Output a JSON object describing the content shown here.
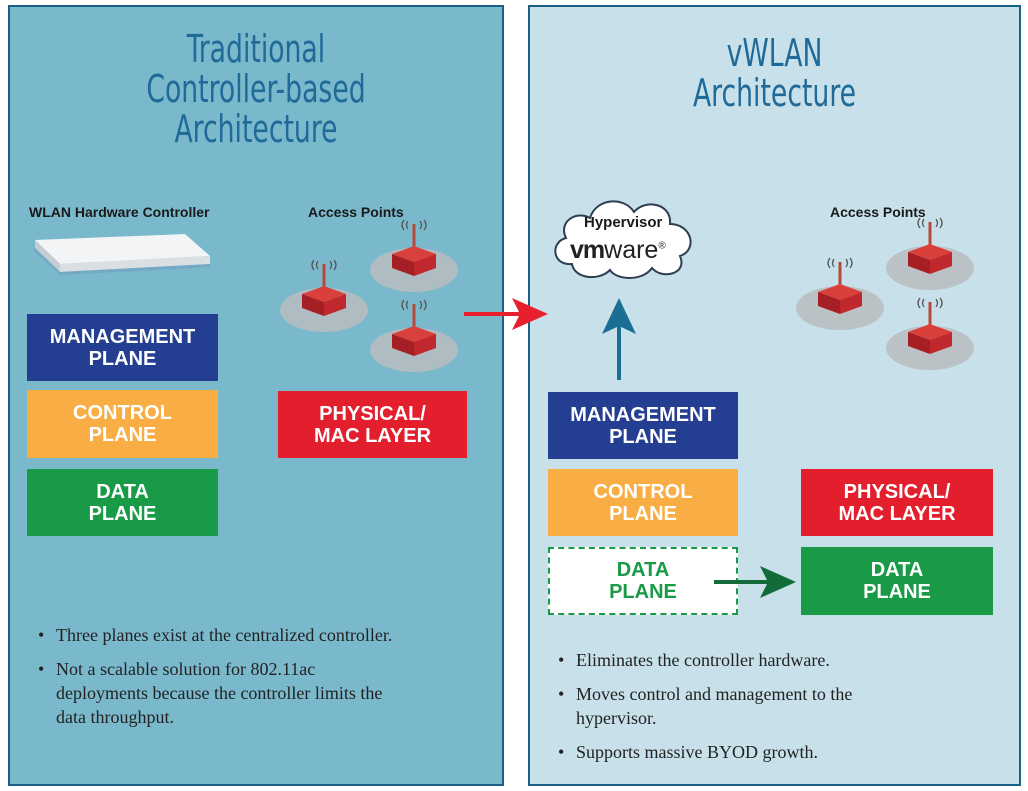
{
  "left": {
    "title_lines": [
      "Traditional",
      "Controller-based",
      "Architecture"
    ],
    "hardware_label": "WLAN Hardware Controller",
    "ap_label": "Access Points",
    "planes": {
      "management": "MANAGEMENT\nPLANE",
      "control": "CONTROL\nPLANE",
      "data": "DATA\nPLANE",
      "physical": "PHYSICAL/\nMAC LAYER"
    },
    "bullets": [
      "Three planes exist at the centralized controller.",
      "Not a scalable solution for 802.11ac deployments because the controller limits the data throughput."
    ]
  },
  "right": {
    "title_lines": [
      "vWLAN",
      "Architecture"
    ],
    "hypervisor_label": "Hypervisor",
    "vmware_bold": "vm",
    "vmware_light": "ware",
    "vmware_mark": "®",
    "ap_label": "Access Points",
    "planes": {
      "management": "MANAGEMENT\nPLANE",
      "control": "CONTROL\nPLANE",
      "data_dashed": "DATA\nPLANE",
      "physical": "PHYSICAL/\nMAC LAYER",
      "data": "DATA\nPLANE"
    },
    "bullets": [
      "Eliminates the controller hardware.",
      "Moves control and management to the hypervisor.",
      "Supports massive BYOD growth."
    ]
  },
  "colors": {
    "management": "#243f92",
    "control": "#f8ae44",
    "data": "#189a47",
    "physical": "#e41f2d",
    "title": "#1f6a98",
    "arrow_red": "#e8202e",
    "arrow_blue": "#1a6e93",
    "arrow_green": "#136b3a"
  },
  "icons": [
    "controller-hardware-icon",
    "access-point-icon",
    "wifi-signal-icon",
    "cloud-icon",
    "arrow-icon"
  ]
}
